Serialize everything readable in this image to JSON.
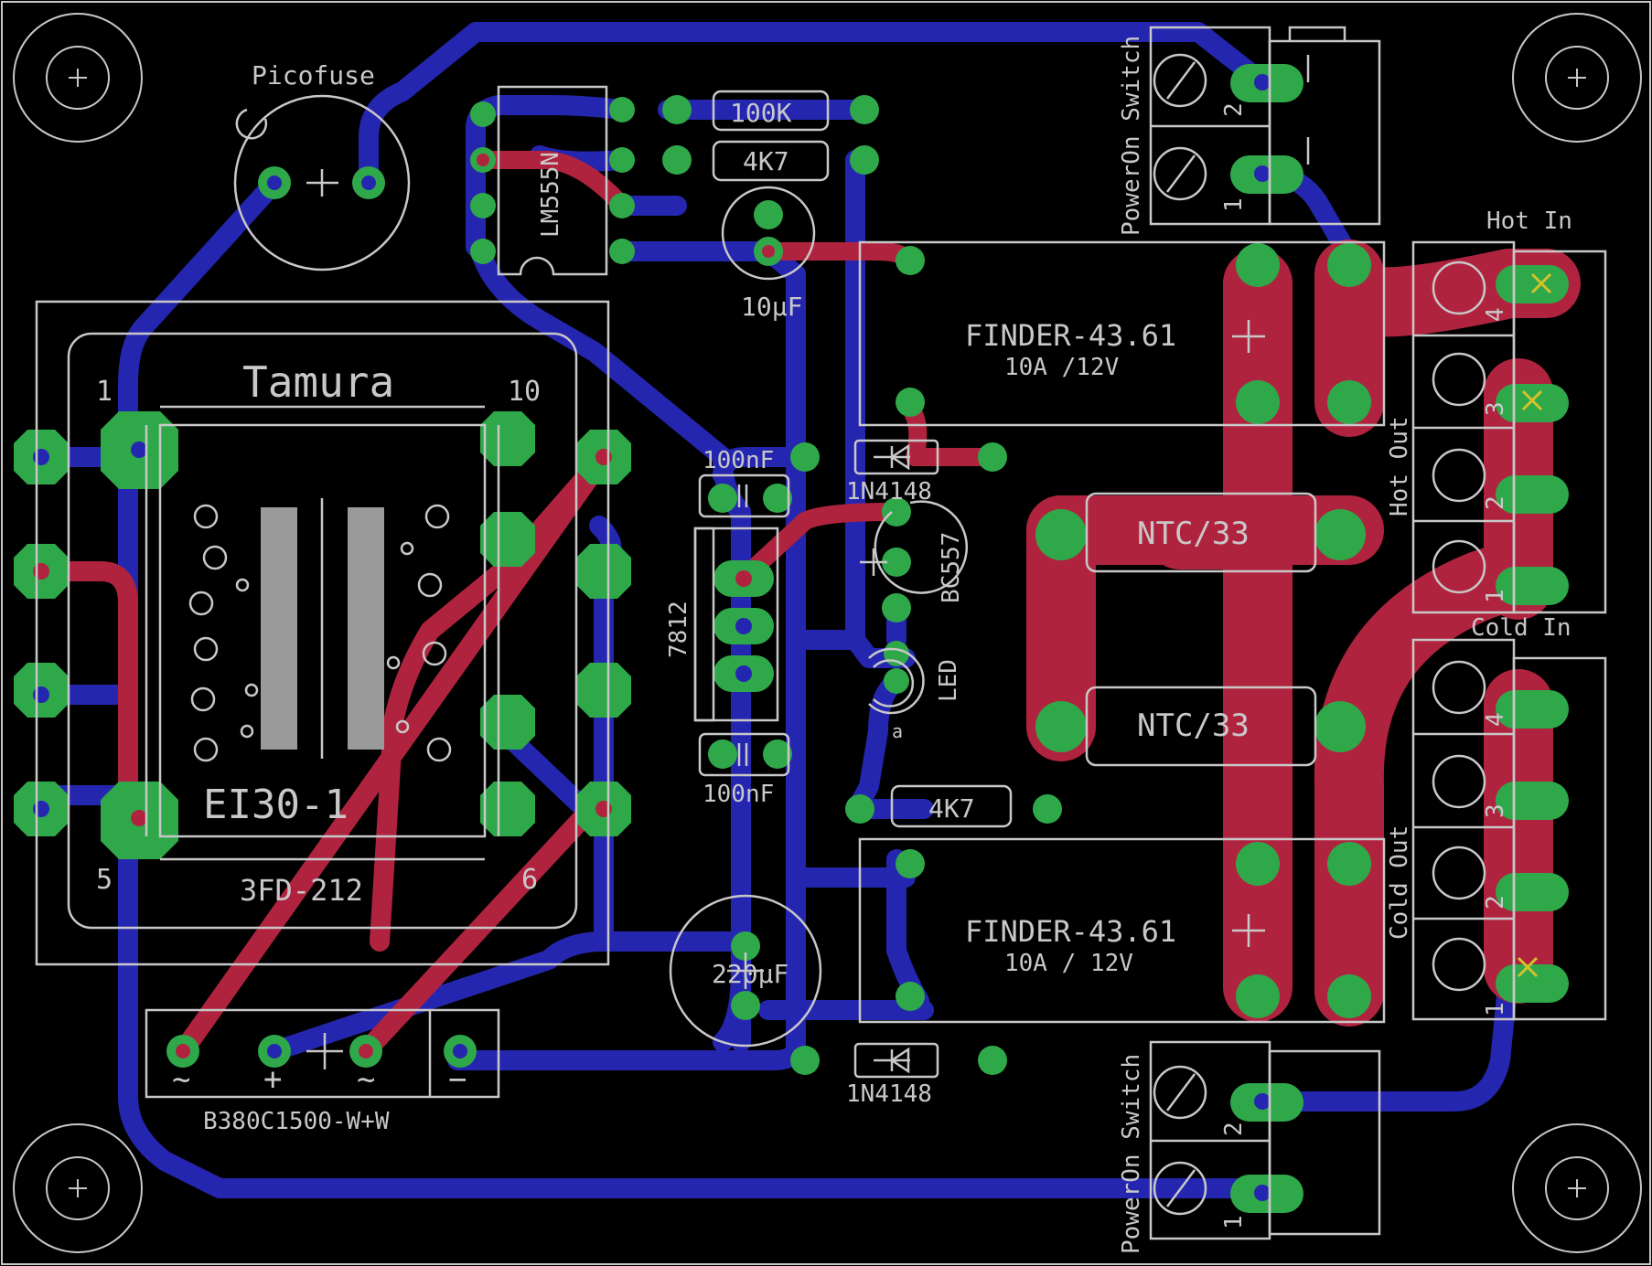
{
  "colors": {
    "background": "#000000",
    "top_copper": "#b0233f",
    "bottom_copper": "#2526b0",
    "pads": "#2fa84a",
    "silkscreen": "#c8c8c8"
  },
  "labels": {
    "picofuse": "Picofuse",
    "tamura": "Tamura",
    "ei30": "EI30-1",
    "fd212": "3FD-212",
    "pin1": "1",
    "pin10": "10",
    "pin5": "5",
    "pin6": "6",
    "lm555n": "LM555N",
    "r100k": "100K",
    "r4k7_top": "4K7",
    "c10uf": "10µF",
    "finder_top": "FINDER-43.61",
    "finder_top_rating": "10A /12V",
    "finder_bottom": "FINDER-43.61",
    "finder_bottom_rating": "10A / 12V",
    "c100nf_top": "100nF",
    "c100nf_bottom": "100nF",
    "d_top": "1N4148",
    "d_bottom": "1N4148",
    "bc557": "BC557",
    "reg7812": "7812",
    "led": "LED",
    "r4k7_mid": "4K7",
    "ntc_top": "NTC/33",
    "ntc_bottom": "NTC/33",
    "c220uf": "220µF",
    "bridge": "B380C1500-W+W",
    "bridge_ac1": "~",
    "bridge_plus": "+",
    "bridge_ac2": "~",
    "bridge_minus": "−",
    "poweron_top": "PowerOn Switch",
    "poweron_bottom": "PowerOn Switch",
    "hot_in": "Hot In",
    "hot_out": "Hot Out",
    "cold_in": "Cold In",
    "cold_out": "Cold Out",
    "sw_pin2_top": "2",
    "sw_pin1_top": "1",
    "sw_pin2_bottom": "2",
    "sw_pin1_bottom": "1",
    "hot_pin4": "4",
    "hot_pin3": "3",
    "hot_pin2": "2",
    "hot_pin1": "1",
    "cold_pin4": "4",
    "cold_pin3": "3",
    "cold_pin2": "2",
    "cold_pin1": "1",
    "led_a": "a"
  }
}
